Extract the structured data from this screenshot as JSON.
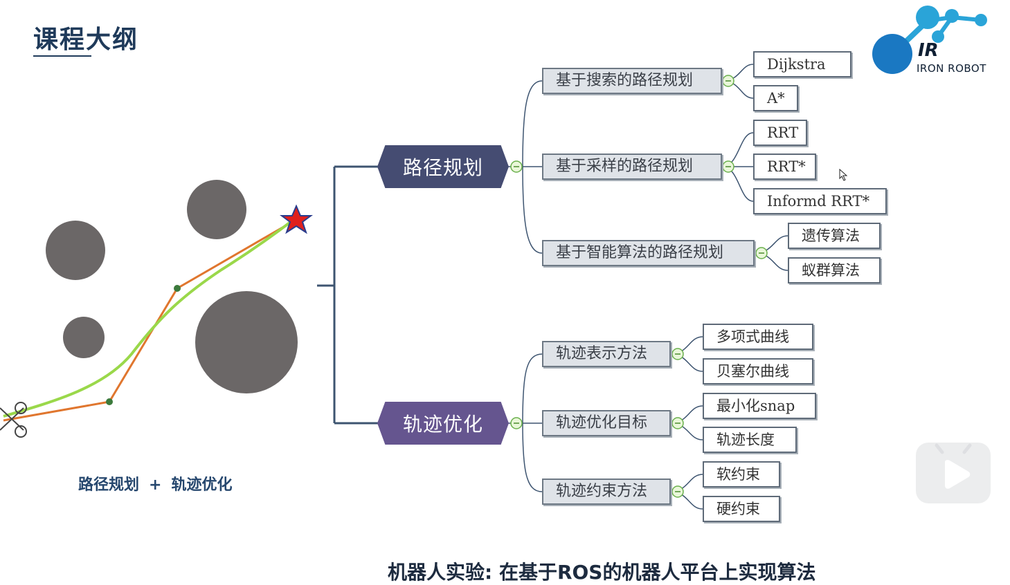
{
  "slide": {
    "title": "课程大纲",
    "caption_left": "路径规划",
    "caption_plus": "+",
    "caption_right": "轨迹优化",
    "bottom_text": "机器人实验:    在基于ROS的机器人平台上实现算法"
  },
  "logo": {
    "mark": "IR",
    "name": "IRON ROBOT"
  },
  "mindmap": {
    "path_planning": {
      "label": "路径规划",
      "search": {
        "label": "基于搜索的路径规划",
        "items": [
          "Dijkstra",
          "A*"
        ]
      },
      "sampling": {
        "label": "基于采样的路径规划",
        "items": [
          "RRT",
          "RRT*",
          "Informd RRT*"
        ]
      },
      "intelligent": {
        "label": "基于智能算法的路径规划",
        "items": [
          "遗传算法",
          "蚁群算法"
        ]
      }
    },
    "trajectory_optimization": {
      "label": "轨迹优化",
      "representation": {
        "label": "轨迹表示方法",
        "items": [
          "多项式曲线",
          "贝塞尔曲线"
        ]
      },
      "objective": {
        "label": "轨迹优化目标",
        "items": [
          "最小化snap",
          "轨迹长度"
        ]
      },
      "constraint": {
        "label": "轨迹约束方法",
        "items": [
          "软约束",
          "硬约束"
        ]
      }
    }
  },
  "colors": {
    "title": "#1f3a5a",
    "hex_path": "#454c72",
    "hex_traj": "#65558f",
    "connector": "#3d5470",
    "obstacle": "#6b6767",
    "path_orange": "#e0762e",
    "path_green": "#9ad84a",
    "goal_star": "#e0201c"
  }
}
